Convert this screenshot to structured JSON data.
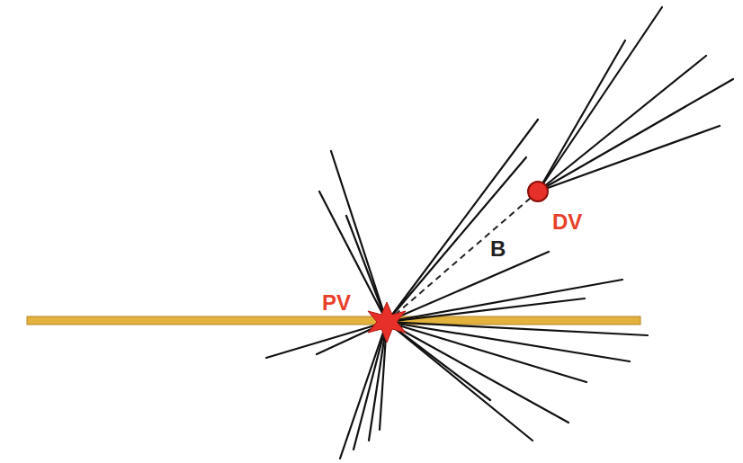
{
  "diagram": {
    "labels": [
      "DV",
      "B",
      "PV"
    ]
  }
}
